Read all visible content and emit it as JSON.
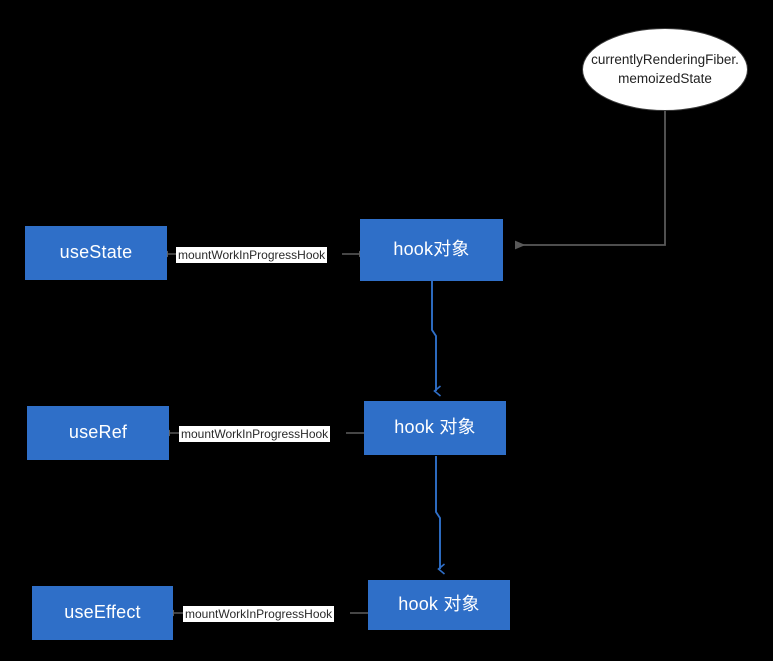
{
  "diagram": {
    "background_color": "#000000",
    "node_fill": "#2f6fc8",
    "node_text_color": "#ffffff",
    "blue_edge_color": "#2f6fc8",
    "gray_edge_color": "#595959",
    "label_bg": "#ffffff",
    "nodes": {
      "use_state": "useState",
      "use_ref": "useRef",
      "use_effect": "useEffect",
      "hook_object_1": "hook对象",
      "hook_object_2": "hook 对象",
      "hook_object_3": "hook 对象",
      "memoized_state_line1": "currentlyRenderingFiber.",
      "memoized_state_line2": "memoizedState"
    },
    "edge_labels": {
      "use_state_to_hook": "mountWorkInProgressHook",
      "use_ref_to_hook": "mountWorkInProgressHook",
      "use_effect_to_hook": "mountWorkInProgressHook"
    }
  }
}
